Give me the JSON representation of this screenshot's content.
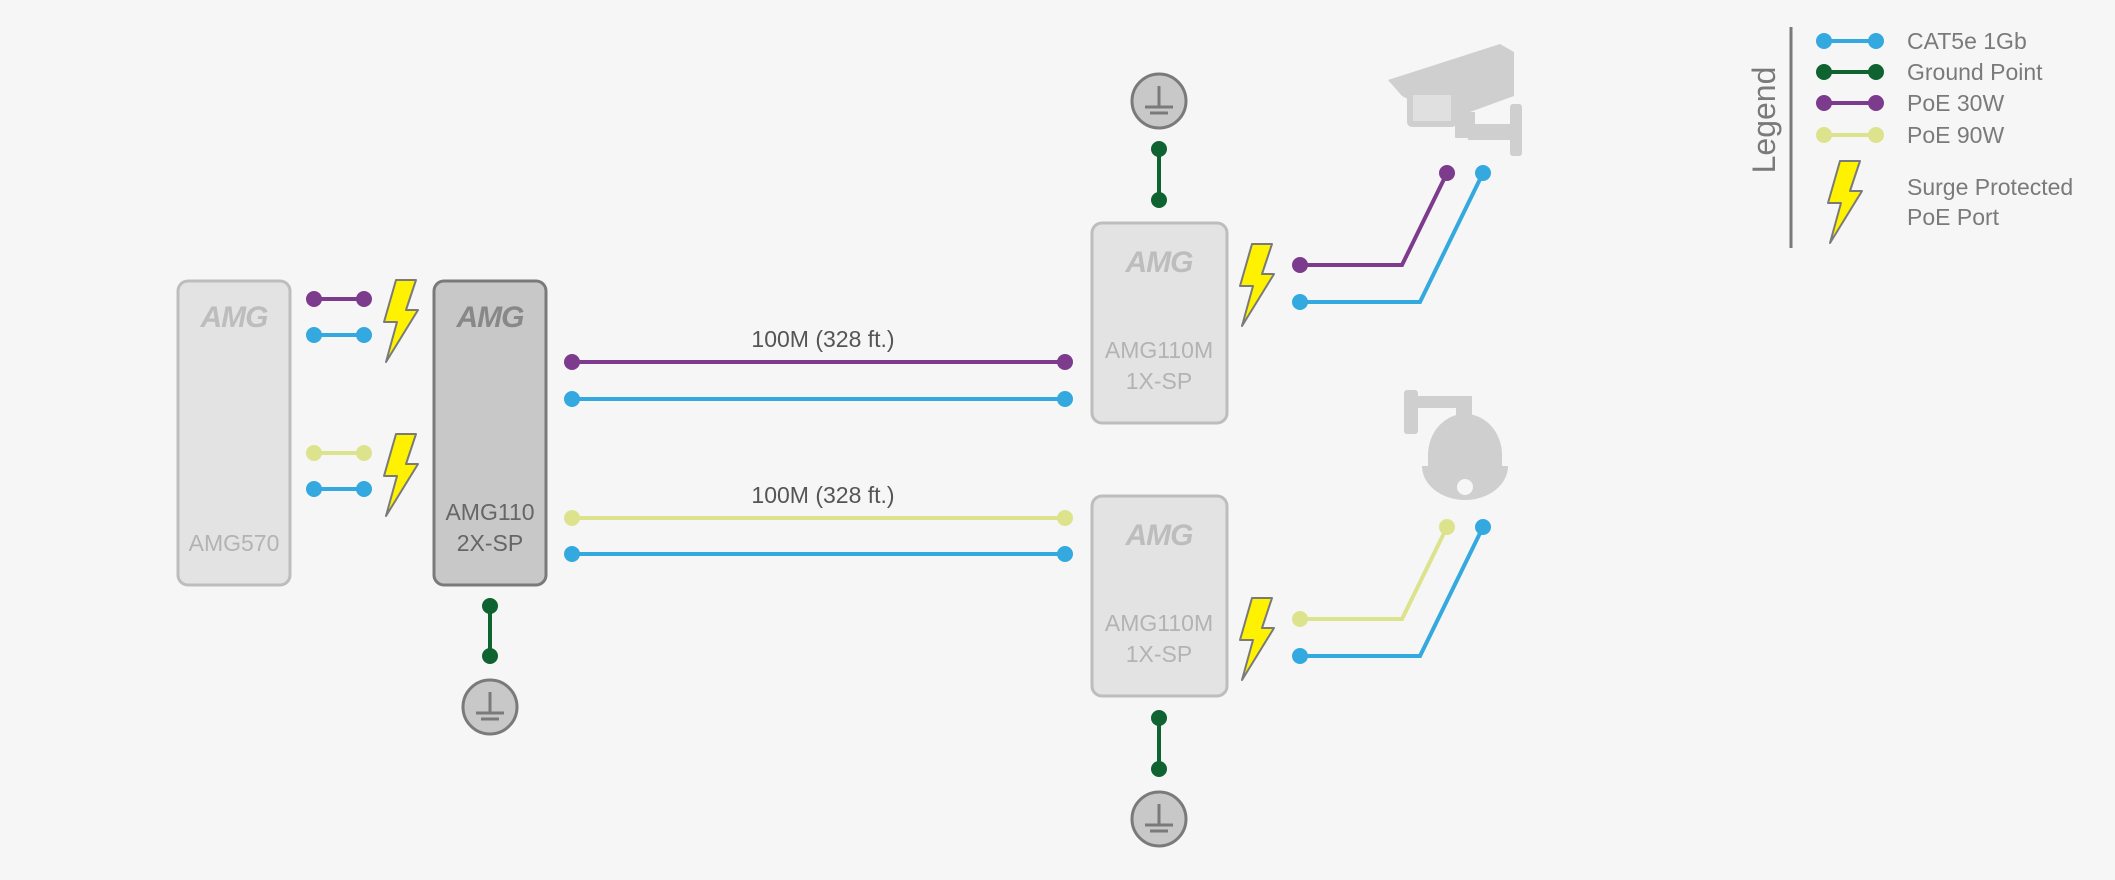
{
  "colors": {
    "cat5e": "#33a9df",
    "ground": "#0e6331",
    "poe30": "#7d3b8e",
    "poe90": "#dde38c",
    "surge": "#fff200",
    "surge_stroke": "#7a7a7a",
    "device_light": "#e3e3e3",
    "device_dark": "#c8c8c8"
  },
  "devices": {
    "amg570": {
      "logo": "AMG",
      "label": "AMG570"
    },
    "amg110": {
      "logo": "AMG",
      "label_line1": "AMG110",
      "label_line2": "2X-SP"
    },
    "amg110m_top": {
      "logo": "AMG",
      "label_line1": "AMG110M",
      "label_line2": "1X-SP"
    },
    "amg110m_bottom": {
      "logo": "AMG",
      "label_line1": "AMG110M",
      "label_line2": "1X-SP"
    }
  },
  "links": {
    "top_distance": "100M (328 ft.)",
    "bottom_distance": "100M (328 ft.)"
  },
  "legend": {
    "title": "Legend",
    "items": [
      {
        "label": "CAT5e 1Gb"
      },
      {
        "label": "Ground Point"
      },
      {
        "label": "PoE 30W"
      },
      {
        "label": "PoE 90W"
      }
    ],
    "surge_line1": "Surge Protected",
    "surge_line2": "PoE Port"
  },
  "icons": {
    "bullet_camera": "bullet-camera-icon",
    "dome_camera": "ptz-dome-camera-icon",
    "ground": "ground-symbol-icon",
    "surge": "lightning-bolt-icon"
  }
}
